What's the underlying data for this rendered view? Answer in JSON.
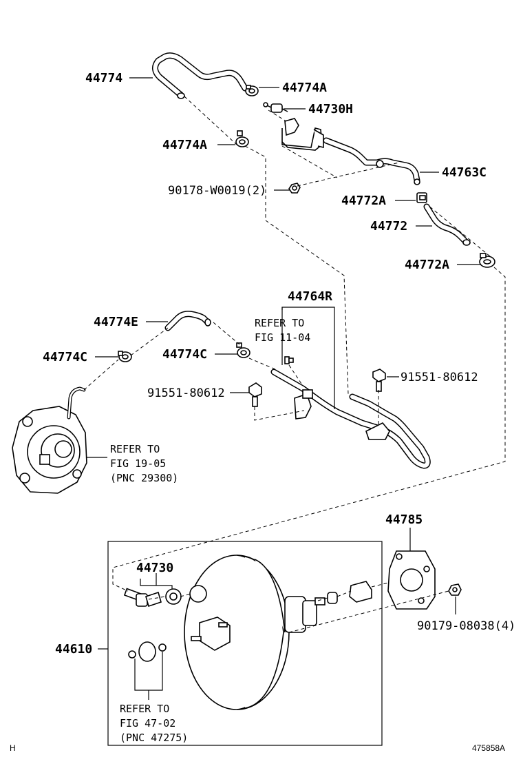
{
  "labels": {
    "p44774": "44774",
    "p44774A_top": "44774A",
    "p44730H": "44730H",
    "p44774A_mid": "44774A",
    "p44763C": "44763C",
    "p90178": "90178-W0019(2)",
    "p44772A_1": "44772A",
    "p44772": "44772",
    "p44772A_2": "44772A",
    "p44764R": "44764R",
    "p44774E": "44774E",
    "refer_11_04_l1": "REFER TO",
    "refer_11_04_l2": "FIG 11-04",
    "p44774C_left": "44774C",
    "p44774C_right": "44774C",
    "p91551_right": "91551-80612",
    "p91551_left": "91551-80612",
    "refer_19_05_l1": "REFER TO",
    "refer_19_05_l2": "FIG 19-05",
    "refer_19_05_l3": "(PNC 29300)",
    "p44785": "44785",
    "p44730": "44730",
    "p90179": "90179-08038(4)",
    "p44610": "44610",
    "refer_47_02_l1": "REFER TO",
    "refer_47_02_l2": "FIG 47-02",
    "refer_47_02_l3": "(PNC 47275)"
  },
  "footer": {
    "left_mark": "H",
    "diagram_code": "475858A"
  }
}
